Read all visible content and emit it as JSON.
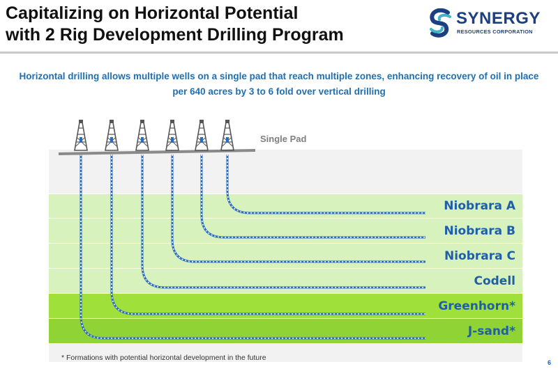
{
  "title": {
    "line1": "Capitalizing on Horizontal Potential",
    "line2": "with 2 Rig Development Drilling Program"
  },
  "logo": {
    "name": "SYNERGY",
    "sub": "RESOURCES CORPORATION"
  },
  "subtitle": "Horizontal drilling allows multiple wells on a single pad that reach multiple zones, enhancing recovery of oil in place per 640 acres by 3 to 6 fold over vertical drilling",
  "pad_label": "Single Pad",
  "formations": [
    {
      "name": "Niobrara A",
      "color": "#d8f2bd"
    },
    {
      "name": "Niobrara B",
      "color": "#d8f2bd"
    },
    {
      "name": "Niobrara C",
      "color": "#d8f2bd"
    },
    {
      "name": "Codell",
      "color": "#d8f2bd"
    },
    {
      "name": "Greenhorn*",
      "color": "#9fe03a"
    },
    {
      "name": "J-sand*",
      "color": "#8fd434"
    }
  ],
  "footnote": "* Formations with potential horizontal development in the future",
  "page_number": "6",
  "colors": {
    "accent_blue": "#1f6fb2",
    "label_blue": "#1f5fa8",
    "wellbore": "#2a6cc0",
    "rig": "#555555",
    "logo_teal": "#3fb4c8"
  },
  "icons": {
    "rig": "drilling-rig-icon",
    "logo": "synergy-swirl-icon"
  }
}
